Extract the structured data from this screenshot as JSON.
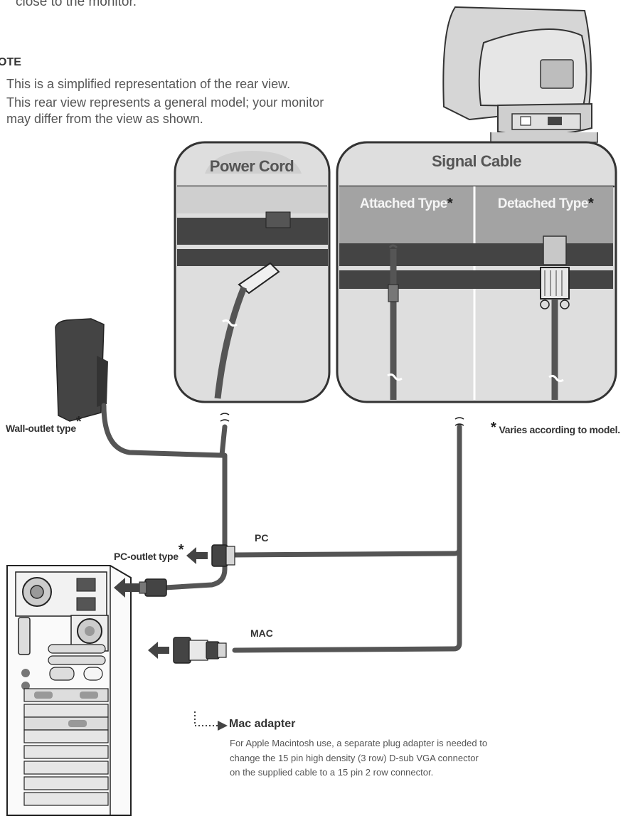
{
  "intro_text": "close to the monitor.",
  "note": {
    "title": "OTE",
    "lines": [
      "This is a simplified representation of the rear view.",
      "This rear view represents a general model; your monitor",
      "may differ from the view as shown."
    ]
  },
  "panels": {
    "power_cord": "Power Cord",
    "signal_cable": "Signal Cable",
    "attached_type": "Attached Type",
    "detached_type": "Detached Type",
    "star": "*"
  },
  "labels": {
    "wall_outlet": "Wall-outlet type",
    "pc_outlet": "PC-outlet type",
    "varies": "Varies according to model.",
    "pc": "PC",
    "mac": "MAC",
    "mac_adapter": "Mac adapter",
    "mac_desc": [
      "For Apple Macintosh use, a separate plug adapter is needed to",
      "change the 15 pin high density (3 row) D-sub VGA connector",
      "on the supplied cable to a 15 pin 2 row connector."
    ]
  }
}
